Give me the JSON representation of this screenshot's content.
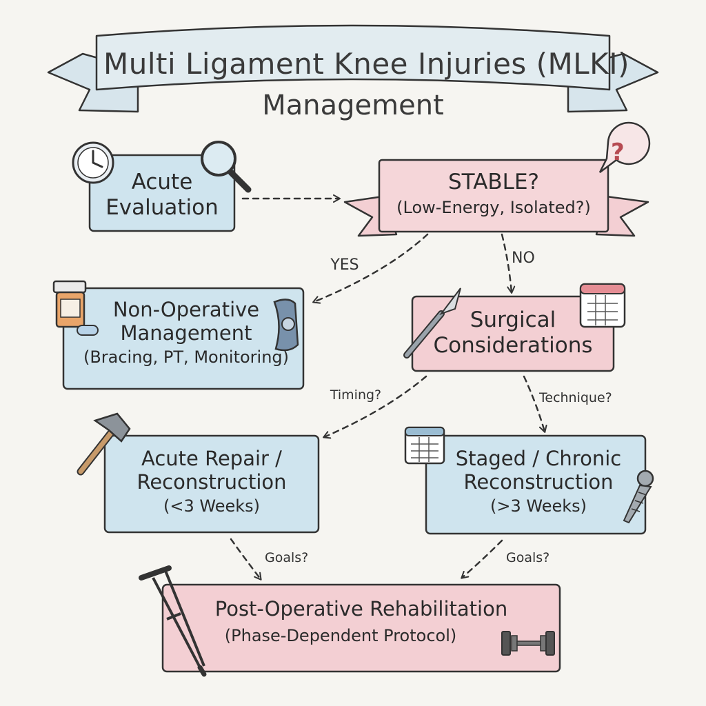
{
  "title": {
    "line1": "Multi Ligament Knee Injuries (MLKI)",
    "line2": "Management"
  },
  "nodes": {
    "acute_evaluation": {
      "line1": "Acute",
      "line2": "Evaluation"
    },
    "stable": {
      "line1": "STABLE?",
      "line2": "(Low-Energy, Isolated?)"
    },
    "non_operative": {
      "line1": "Non-Operative",
      "line2": "Management",
      "line3": "(Bracing, PT, Monitoring)"
    },
    "surgical": {
      "line1": "Surgical",
      "line2": "Considerations"
    },
    "acute_repair": {
      "line1": "Acute Repair /",
      "line2": "Reconstruction",
      "line3": "(<3 Weeks)"
    },
    "staged": {
      "line1": "Staged / Chronic",
      "line2": "Reconstruction",
      "line3": "(>3 Weeks)"
    },
    "rehab": {
      "line1": "Post-Operative Rehabilitation",
      "line2": "(Phase-Dependent Protocol)"
    }
  },
  "edges": {
    "yes": "YES",
    "no": "NO",
    "timing": "Timing?",
    "technique": "Technique?",
    "goals_left": "Goals?",
    "goals_right": "Goals?"
  },
  "colors": {
    "blue_box": "#cfe4ee",
    "pink_box": "#f3cfd3",
    "banner": "#dde9ee",
    "outline": "#333333"
  },
  "icons": [
    "clock-icon",
    "magnifier-icon",
    "question-bubble-icon",
    "pill-bottle-icon",
    "knee-brace-icon",
    "scalpel-icon",
    "calendar-icon",
    "hammer-icon",
    "screw-icon",
    "crutch-icon",
    "dumbbell-icon"
  ]
}
